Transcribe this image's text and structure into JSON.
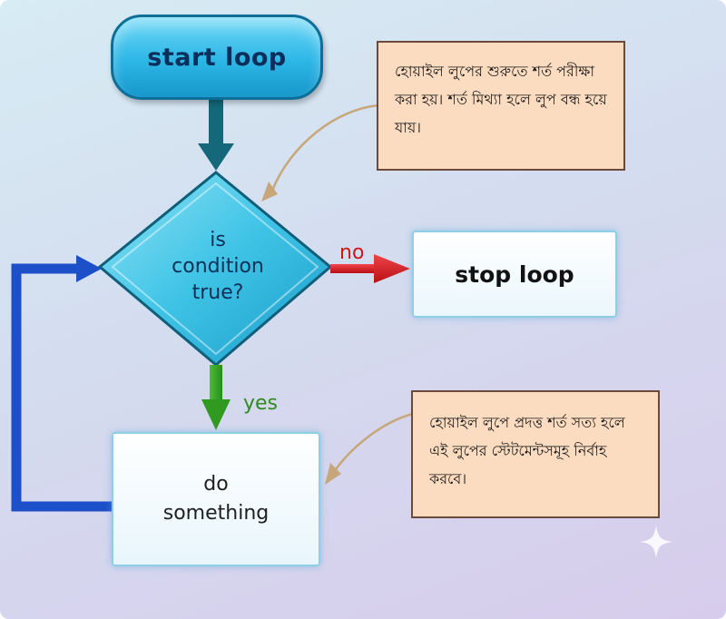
{
  "diagram": {
    "start": "start loop",
    "decision": "is\ncondition\ntrue?",
    "stop": "stop loop",
    "action": "do\nsomething",
    "edge_no": "no",
    "edge_yes": "yes",
    "note_top": "হোয়াইল লুপের শুরুতে শর্ত পরীক্ষা করা হয়। শর্ত মিথ্যা হলে লুপ বন্ধ হয়ে যায়।",
    "note_bottom": "হোয়াইল লুপে প্রদত্ত শর্ত সত্য হলে এই লুপের স্টেটমেন্টসমূহ নির্বাহ করবে।"
  },
  "colors": {
    "start_fill": "#2cb6e6",
    "decision_fill": "#3ec3e6",
    "no_arrow": "#d01519",
    "yes_arrow": "#2f9a1f",
    "loop_arrow": "#1d4fc8",
    "down_arrow": "#14687a",
    "note_fill": "#fcdcc0"
  },
  "icons": {
    "sparkle": "sparkle-icon"
  }
}
